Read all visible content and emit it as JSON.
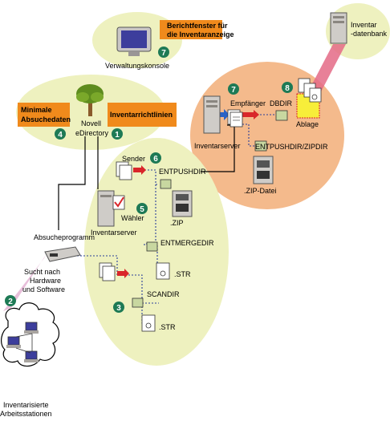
{
  "colors": {
    "green_region": "#eef1bf",
    "orange_region": "#f4ba8c",
    "label_box": "#f08a1c",
    "badge": "#1e7a55",
    "dashed_line": "#2a3f9a",
    "arrow_red": "#d9262a",
    "ray_pink": "#e46a86"
  },
  "top": {
    "console_label": "Verwaltungskonsole",
    "window_label_line1": "Berichtfenster für",
    "window_label_line2": "die Inventaranzeige",
    "badge": "7"
  },
  "directory": {
    "label_line1": "Novell",
    "label_line2": "eDirectory",
    "left_box_line1": "Minimale",
    "left_box_line2": "Absuchedaten",
    "right_box": "Inventarrichtlinien",
    "badge_left": "4",
    "badge_right": "1"
  },
  "database": {
    "label_line1": "Inventar",
    "label_line2": "-datenbank"
  },
  "remote": {
    "server_label": "Inventarserver",
    "receiver_label": "Empfänger",
    "dbdir_label": "DBDIR",
    "storage_label": "Ablage",
    "zipdir_label": "ENTPUSHDIR/ZIPDIR",
    "zipfile_label": ".ZIP-Datei",
    "badge_receiver": "7",
    "badge_storage": "8"
  },
  "local": {
    "sender_label": "Sender",
    "entpushdir_label": "ENTPUSHDIR",
    "zip_label": ".ZIP",
    "selector_label": "Wähler",
    "server_label": "Inventarserver",
    "entmergedir_label": "ENTMERGEDIR",
    "str_label_1": ".STR",
    "scandir_label": "SCANDIR",
    "str_label_2": ".STR",
    "badge_sender": "6",
    "badge_selector": "5",
    "badge_scandir": "3"
  },
  "scanner": {
    "program_label": "Absucheprogramm",
    "search_line1": "Sucht nach",
    "search_line2": "Hardware",
    "search_line3": "und Software",
    "badge": "2"
  },
  "workstations": {
    "label_line1": "Inventarisierte",
    "label_line2": "Arbeitsstationen"
  },
  "icons": [
    "monitor-icon",
    "tree-icon",
    "server-tower-icon",
    "database-server-icon",
    "file-stack-icon",
    "folder-icon",
    "zip-file-icon",
    "scanner-icon",
    "computer-icon",
    "storage-icon"
  ]
}
